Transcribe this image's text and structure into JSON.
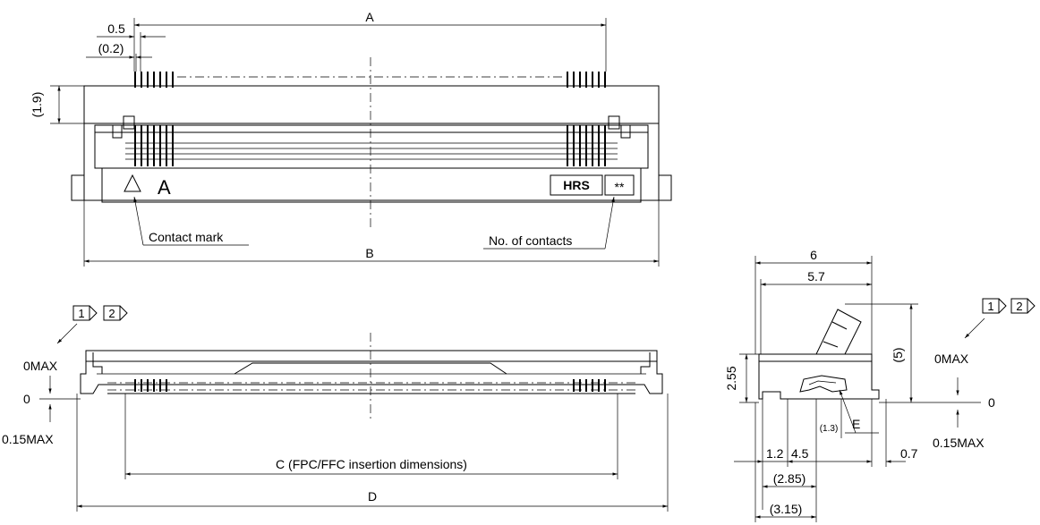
{
  "top_view": {
    "dim_A": "A",
    "dim_B": "B",
    "dim_pitch": "0.5",
    "dim_gap": "(0.2)",
    "dim_height": "(1.9)",
    "contact_mark_letter": "A",
    "brand_logo": "HRS",
    "contacts_marking": "**",
    "callout_contact_mark": "Contact mark",
    "callout_contacts": "No. of contacts"
  },
  "front_view": {
    "box_1": "1",
    "box_2": "2",
    "tol_upper": "0MAX",
    "zero": "0",
    "tol_lower": "0.15MAX",
    "dim_C": "C (FPC/FFC insertion dimensions)",
    "dim_D": "D"
  },
  "side_view": {
    "dim_width": "6",
    "dim_inner_width": "5.7",
    "dim_open_height": "(5)",
    "dim_height": "2.55",
    "dim_lead": "(1.3)",
    "label_E": "E",
    "dim_1_2": "1.2",
    "dim_4_5": "4.5",
    "dim_0_7": "0.7",
    "dim_2_85": "(2.85)",
    "dim_3_15": "(3.15)",
    "box_1": "1",
    "box_2": "2",
    "tol_upper": "0MAX",
    "zero": "0",
    "tol_lower": "0.15MAX"
  }
}
